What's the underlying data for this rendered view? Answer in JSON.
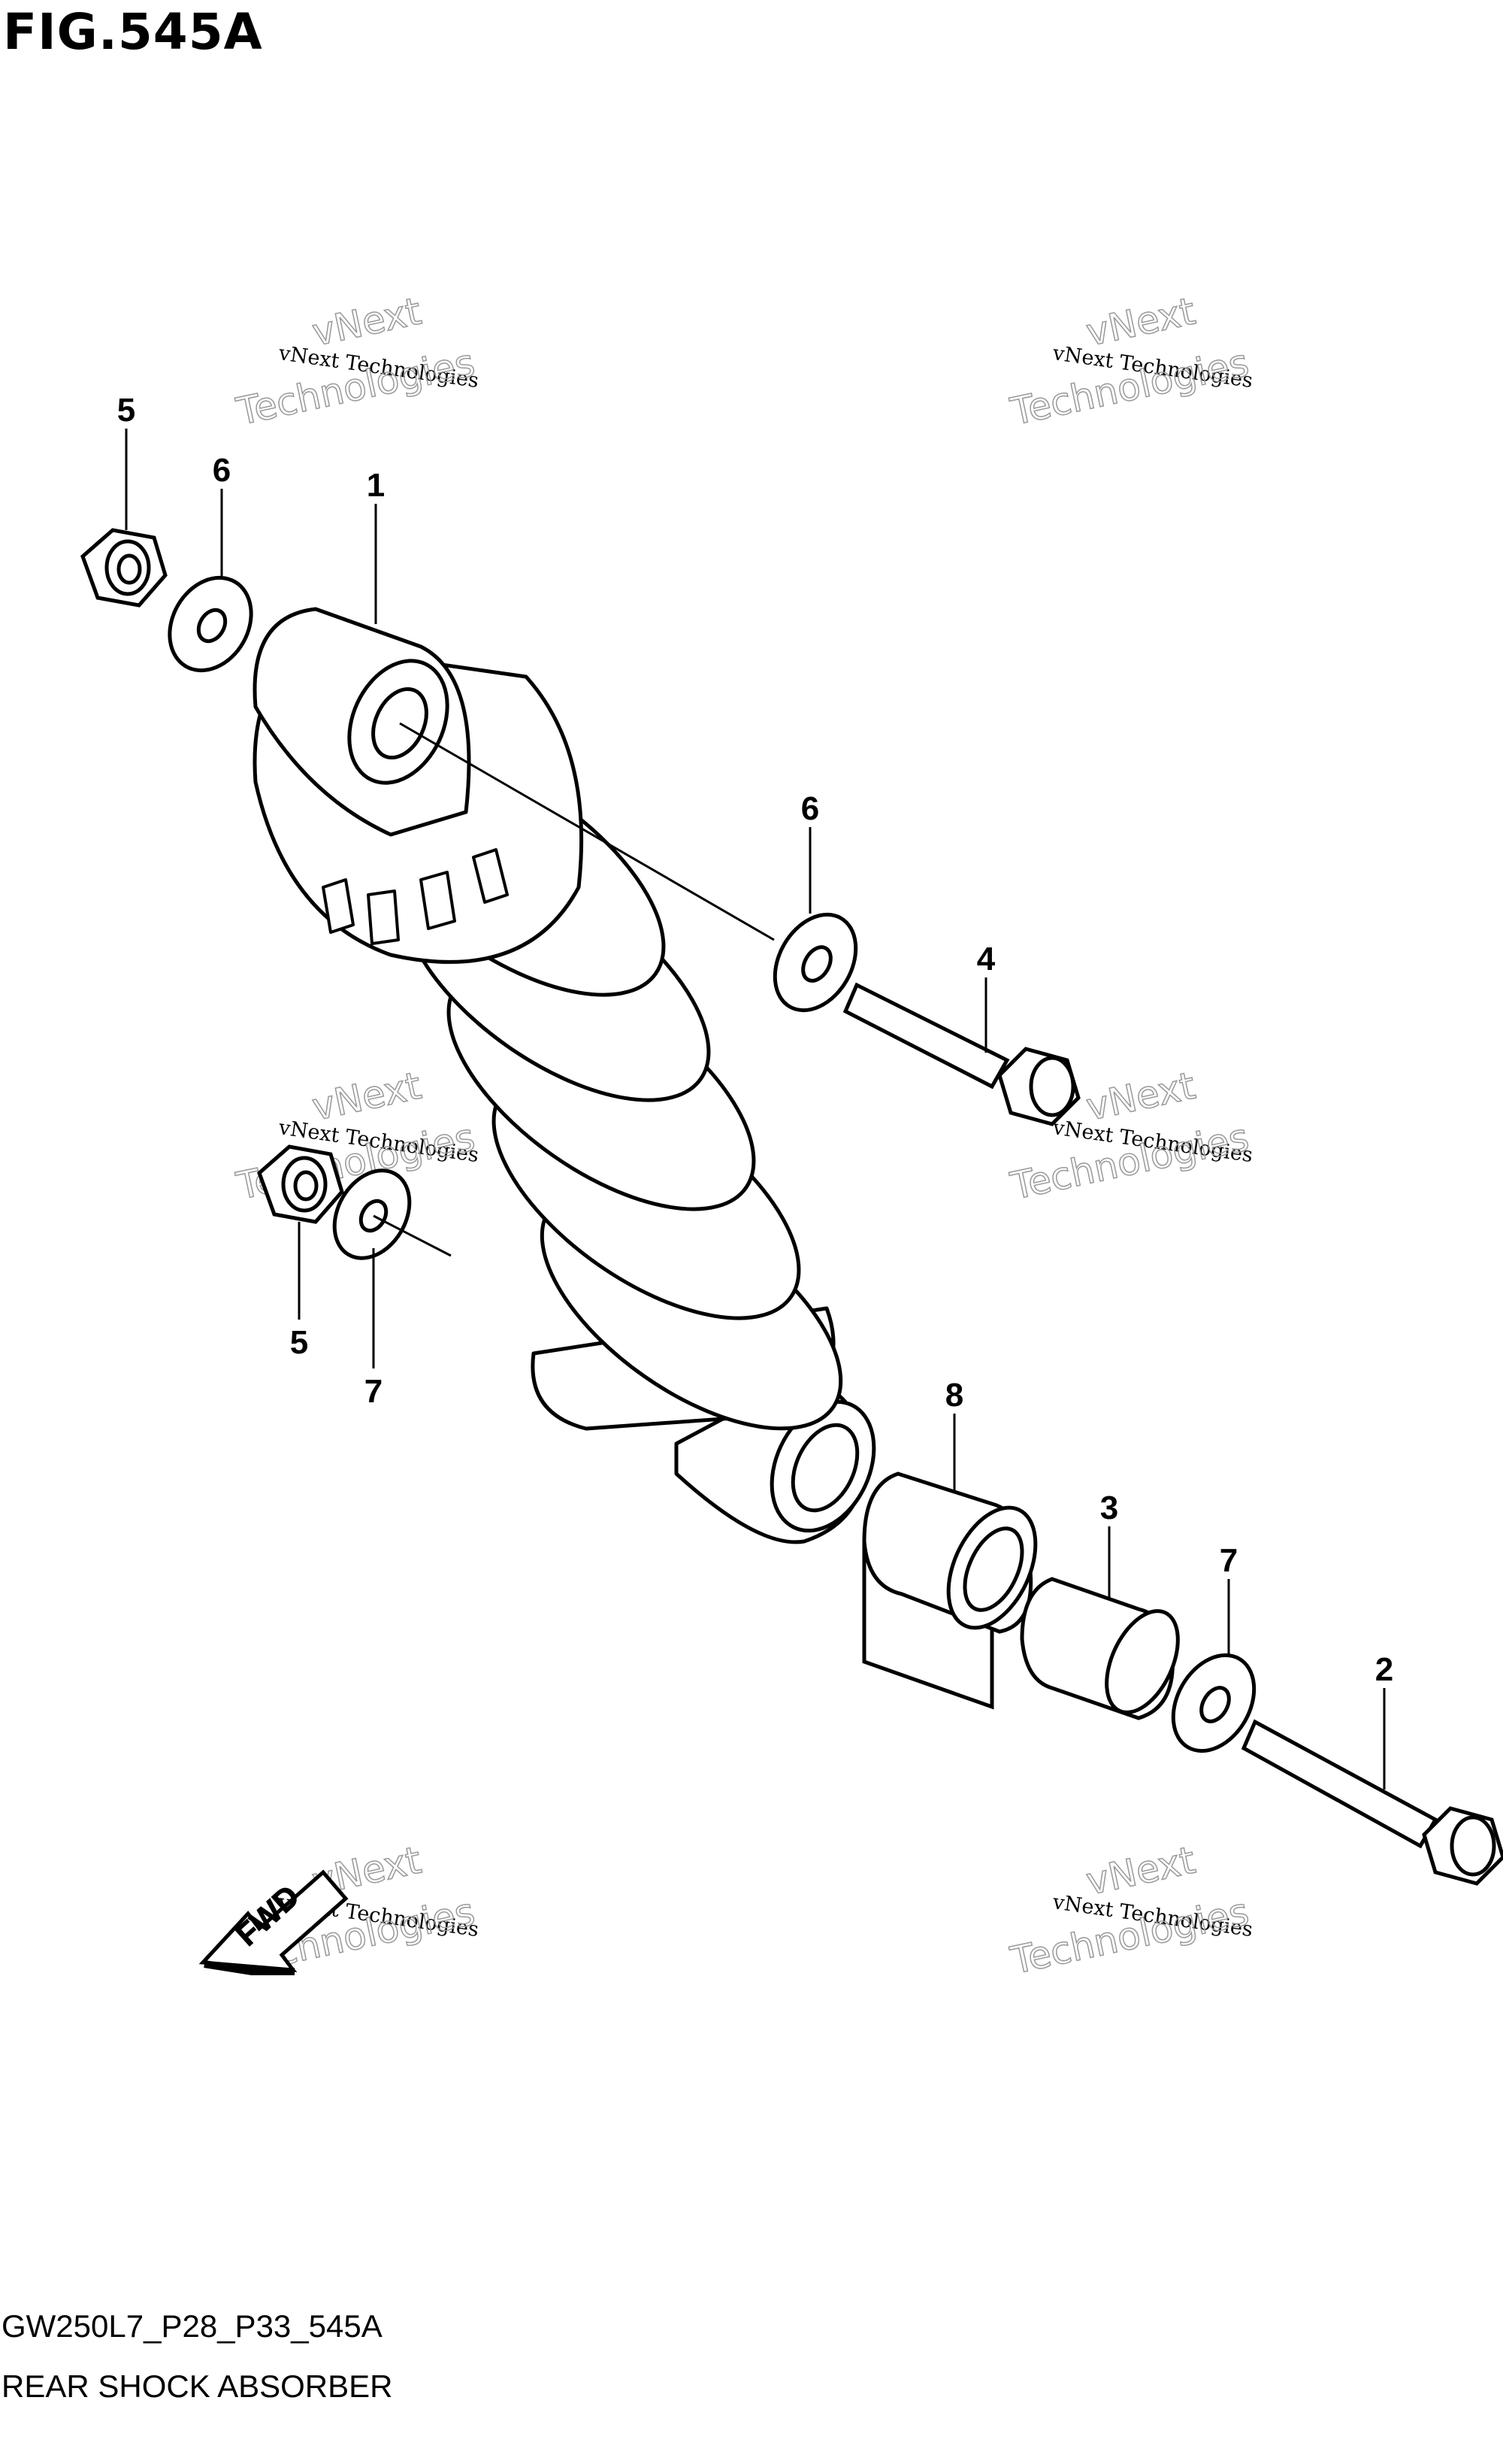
{
  "figure": {
    "title": "FIG.545A",
    "code": "GW250L7_P28_P33_545A",
    "name": "REAR SHOCK ABSORBER"
  },
  "callouts": {
    "n1": "1",
    "n2": "2",
    "n3": "3",
    "n4": "4",
    "n5a": "5",
    "n5b": "5",
    "n6a": "6",
    "n6b": "6",
    "n7a": "7",
    "n7b": "7",
    "n8": "8"
  },
  "fwd_label": "FWD",
  "watermark": {
    "line_small": "vNext Technologies",
    "line_big_1": "vNext",
    "line_big_2": "Technologies"
  }
}
